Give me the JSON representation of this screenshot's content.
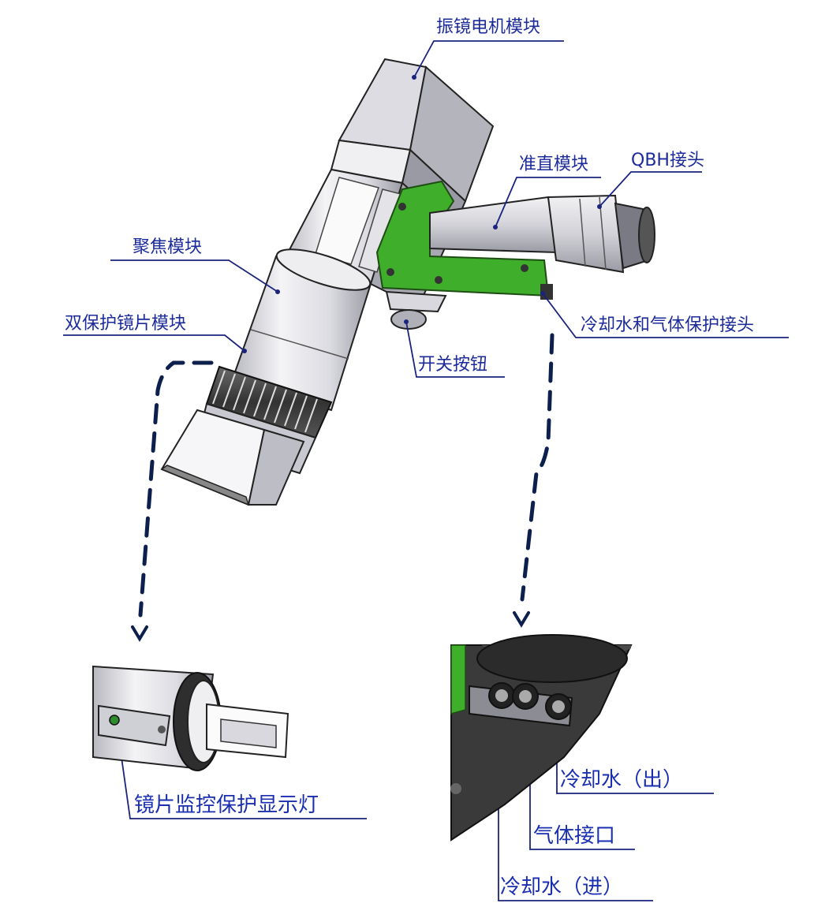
{
  "labels": {
    "galvo_motor_module": "振镜电机模块",
    "collimation_module": "准直模块",
    "qbh_connector": "QBH接头",
    "focus_module": "聚焦模块",
    "dual_protective_lens_module": "双保护镜片模块",
    "cooling_water_gas_connector": "冷却水和气体保护接头",
    "switch_button": "开关按钮",
    "lens_monitor_indicator": "镜片监控保护显示灯",
    "cooling_water_out": "冷却水（出）",
    "gas_inlet": "气体接口",
    "cooling_water_in": "冷却水（进）"
  },
  "colors": {
    "label_text": "#1c2b9a",
    "leader_line": "#1a237e",
    "dashed_arrow": "#0d1f4d",
    "body_green": "#3fae2a",
    "metal_light": "#e6e6ea"
  }
}
